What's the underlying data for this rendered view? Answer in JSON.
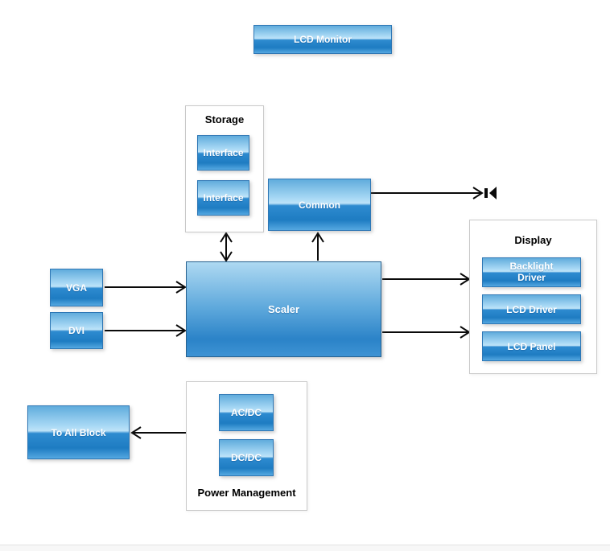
{
  "diagram": {
    "title_block": {
      "label": "LCD Monitor"
    },
    "groups": {
      "storage": {
        "label": "Storage"
      },
      "display": {
        "label": "Display"
      },
      "power": {
        "label": "Power Management"
      }
    },
    "blocks": {
      "interface1": "Interface",
      "interface2": "Interface",
      "common": "Common",
      "backlight_driver": "Backlight Driver",
      "lcd_driver": "LCD Driver",
      "lcd_panel": "LCD Panel",
      "vga": "VGA",
      "dvi": "DVI",
      "scaler": "Scaler",
      "to_all_block": "To All Block",
      "acdc": "AC/DC",
      "dcdc": "DC/DC"
    },
    "icons": {
      "speaker": "speaker-icon"
    },
    "colors": {
      "block_gloss_top": "#60ACDC",
      "block_gloss_highlight": "#BEE3F8",
      "block_gloss_dark": "#1E7CC2",
      "block_border": "#2E77B5",
      "scaler_top": "#AED9F2",
      "scaler_bottom": "#2B83C8",
      "group_border": "#C9C9C9",
      "arrow": "#000000",
      "background": "#FFFFFF"
    }
  }
}
